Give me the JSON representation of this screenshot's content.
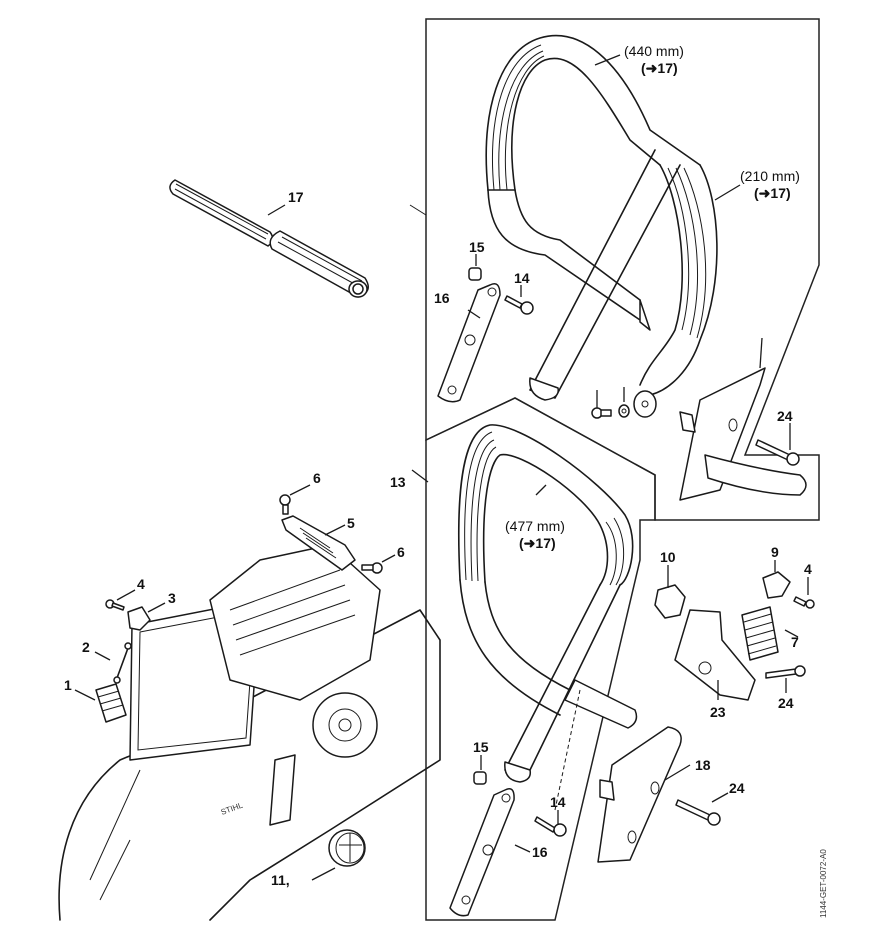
{
  "diagram": {
    "title": "Handlebar exploded parts diagram",
    "document_code": "1144-GET-0072-A0",
    "dimension_labels": [
      {
        "length": "(440 mm)",
        "ref": "17"
      },
      {
        "length": "(210 mm)",
        "ref": "17"
      },
      {
        "length": "(477 mm)",
        "ref": "17"
      }
    ],
    "callouts": {
      "c1": "1",
      "c2": "2",
      "c3": "3",
      "c4a": "4",
      "c4b": "4",
      "c5": "5",
      "c6a": "6",
      "c6b": "6",
      "c7": "7",
      "c9": "9",
      "c10": "10",
      "c11": "11,",
      "c13": "13",
      "c14a": "14",
      "c14b": "14",
      "c15a": "15",
      "c15b": "15",
      "c16a": "16",
      "c16b": "16",
      "c17": "17",
      "c18": "18",
      "c23": "23",
      "c24a": "24",
      "c24b": "24",
      "c24c": "24"
    },
    "ref_arrow": "➜"
  }
}
